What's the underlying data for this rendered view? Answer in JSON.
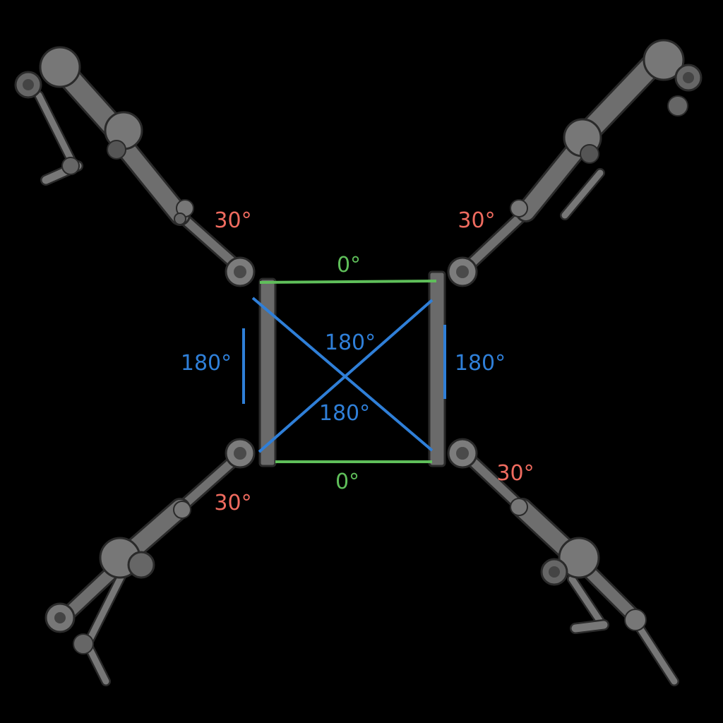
{
  "colors": {
    "background": "#000000",
    "arm": "#6a6a6a",
    "arm_outline": "#2a2a2a",
    "joint": "#7c7c7c",
    "angle_30": "#ef6b5f",
    "angle_0": "#5fbf5a",
    "angle_180": "#2f7fd8"
  },
  "labels": {
    "top_left_arm": "30°",
    "top_right_arm": "30°",
    "bottom_left_arm": "30°",
    "bottom_right_arm": "30°",
    "top_edge": "0°",
    "bottom_edge": "0°",
    "left_edge": "180°",
    "right_edge": "180°",
    "center_upper": "180°",
    "center_lower": "180°"
  }
}
